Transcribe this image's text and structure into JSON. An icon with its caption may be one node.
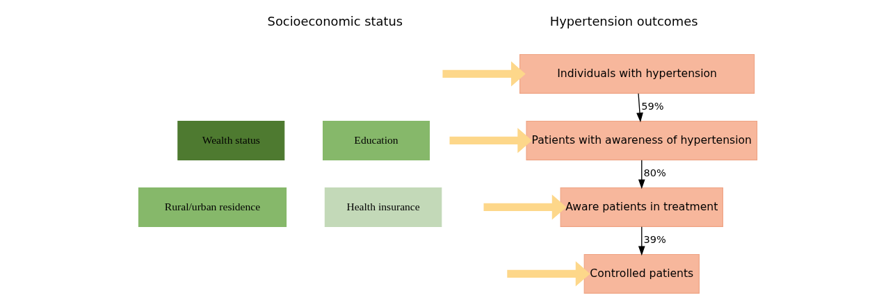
{
  "diagram": {
    "nodes": [
      {
        "text": [
          "Wealth status"
        ]
      },
      {
        "text": [
          "Education"
        ]
      },
      {
        "text": [
          "Rural/urban residence"
        ]
      },
      {
        "text": [
          "Health insurance"
        ]
      },
      {
        "text": [
          "Individuals with hypertension"
        ]
      },
      {
        "text": [
          "Patients with awareness of hypertension"
        ]
      },
      {
        "text": [
          "Aware patients in treatment"
        ]
      },
      {
        "text": [
          "Controlled patients"
        ]
      }
    ],
    "edges": [
      {
        "from": null,
        "to": 4,
        "arrow": "to"
      },
      {
        "from": null,
        "to": 5,
        "arrow": "to"
      },
      {
        "from": null,
        "to": 6,
        "arrow": "to"
      },
      {
        "from": null,
        "to": 7,
        "arrow": "to"
      },
      {
        "from": 4,
        "to": 5,
        "arrow": "to",
        "label": "59%",
        "color": "#000000"
      },
      {
        "from": 5,
        "to": 6,
        "arrow": "to",
        "label": "80%",
        "color": "#000000"
      },
      {
        "from": 6,
        "to": 7,
        "arrow": "to",
        "label": "39%",
        "color": "#000000"
      }
    ],
    "labels": [
      "Socioeconomic status",
      "Hypertension outcomes"
    ]
  }
}
